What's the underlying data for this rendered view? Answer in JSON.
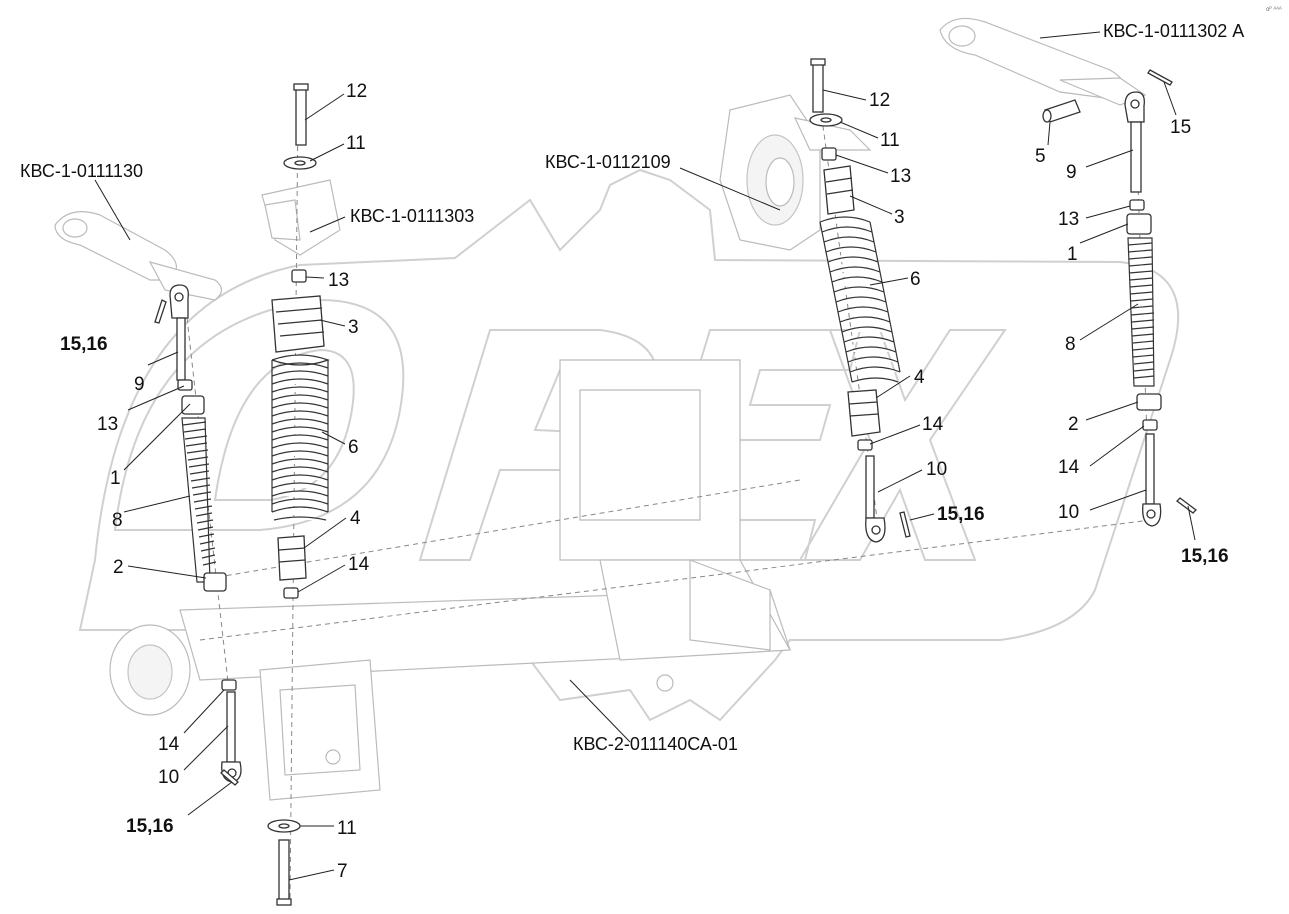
{
  "diagram": {
    "corner_mark": "oᴾ ᴬᴬᴬ",
    "refs": {
      "left_arm": "КВС-1-0111130",
      "left_bracket": "КВС-1-0111303",
      "center_hub": "КВС-1-0112109",
      "right_arm": "КВС-1-0111302 А",
      "axle": "КВС-2-011140СА-01"
    },
    "left_spring_assembly": {
      "n15_16_top": "15,16",
      "n9": "9",
      "n13": "13",
      "n1": "1",
      "n8": "8",
      "n2": "2",
      "n14": "14",
      "n10": "10",
      "n15_16_bottom": "15,16"
    },
    "left_coil_assembly": {
      "n12": "12",
      "n11_top": "11",
      "n13": "13",
      "n3": "3",
      "n6": "6",
      "n4": "4",
      "n14": "14",
      "n11_bottom": "11",
      "n7": "7"
    },
    "right_coil_assembly": {
      "n12": "12",
      "n11": "11",
      "n13": "13",
      "n3": "3",
      "n6": "6",
      "n4": "4",
      "n14": "14",
      "n10": "10",
      "n15_16": "15,16"
    },
    "right_spring_assembly": {
      "n5": "5",
      "n9": "9",
      "n15": "15",
      "n13": "13",
      "n1": "1",
      "n8": "8",
      "n2": "2",
      "n14": "14",
      "n10": "10",
      "n15_16": "15,16"
    }
  }
}
